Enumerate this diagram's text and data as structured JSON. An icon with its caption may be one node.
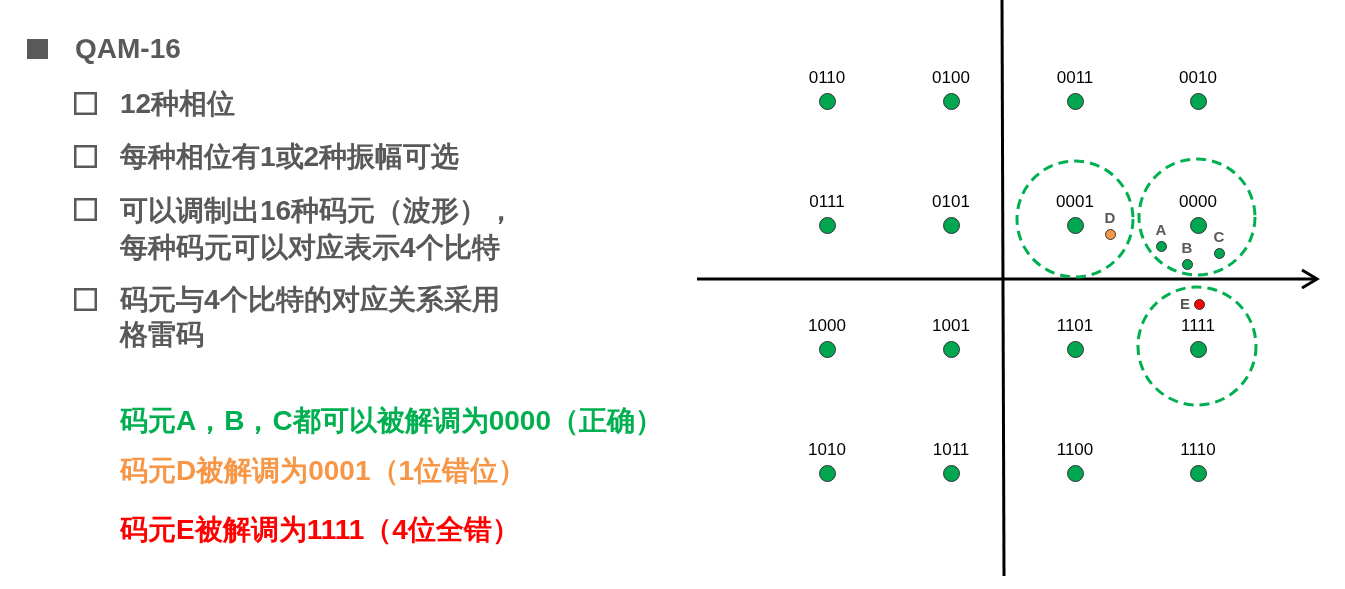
{
  "diagram": {
    "title": "QAM-16",
    "nodes": [
      {
        "text": [
          "0110"
        ]
      },
      {
        "text": [
          "0100"
        ]
      },
      {
        "text": [
          "0011"
        ]
      },
      {
        "text": [
          "0010"
        ]
      },
      {
        "text": [
          "0111"
        ]
      },
      {
        "text": [
          "0101"
        ]
      },
      {
        "text": [],
        "shape": "circle"
      },
      {
        "text": [
          "0001"
        ],
        "in": 6
      },
      {
        "text": [
          "D"
        ],
        "in": 6
      },
      {
        "text": [],
        "shape": "circle"
      },
      {
        "text": [
          "0000"
        ],
        "in": 9
      },
      {
        "text": [
          "A"
        ],
        "in": 9
      },
      {
        "text": [
          "B"
        ],
        "in": 9
      },
      {
        "text": [
          "C"
        ],
        "in": 9
      },
      {
        "text": [
          "1000"
        ]
      },
      {
        "text": [
          "1001"
        ]
      },
      {
        "text": [
          "1101"
        ]
      },
      {
        "text": [],
        "shape": "circle"
      },
      {
        "text": [
          "E"
        ],
        "in": 17
      },
      {
        "text": [
          "1111"
        ],
        "in": 17
      },
      {
        "text": [
          "1010"
        ]
      },
      {
        "text": [
          "1011"
        ]
      },
      {
        "text": [
          "1100"
        ]
      },
      {
        "text": [
          "1110"
        ]
      }
    ],
    "labels": [
      "12种相位",
      "每种相位有1或2种振幅可选",
      "可以调制出16种码元（波形），每种码元可以对应表示4个比特",
      "码元与4个比特的对应关系采用格雷码",
      "码元A，B，C都可以被解调为0000（正确）",
      "码元D被解调为0001（1位错位）",
      "码元E被解调为1111（4位全错）"
    ]
  }
}
